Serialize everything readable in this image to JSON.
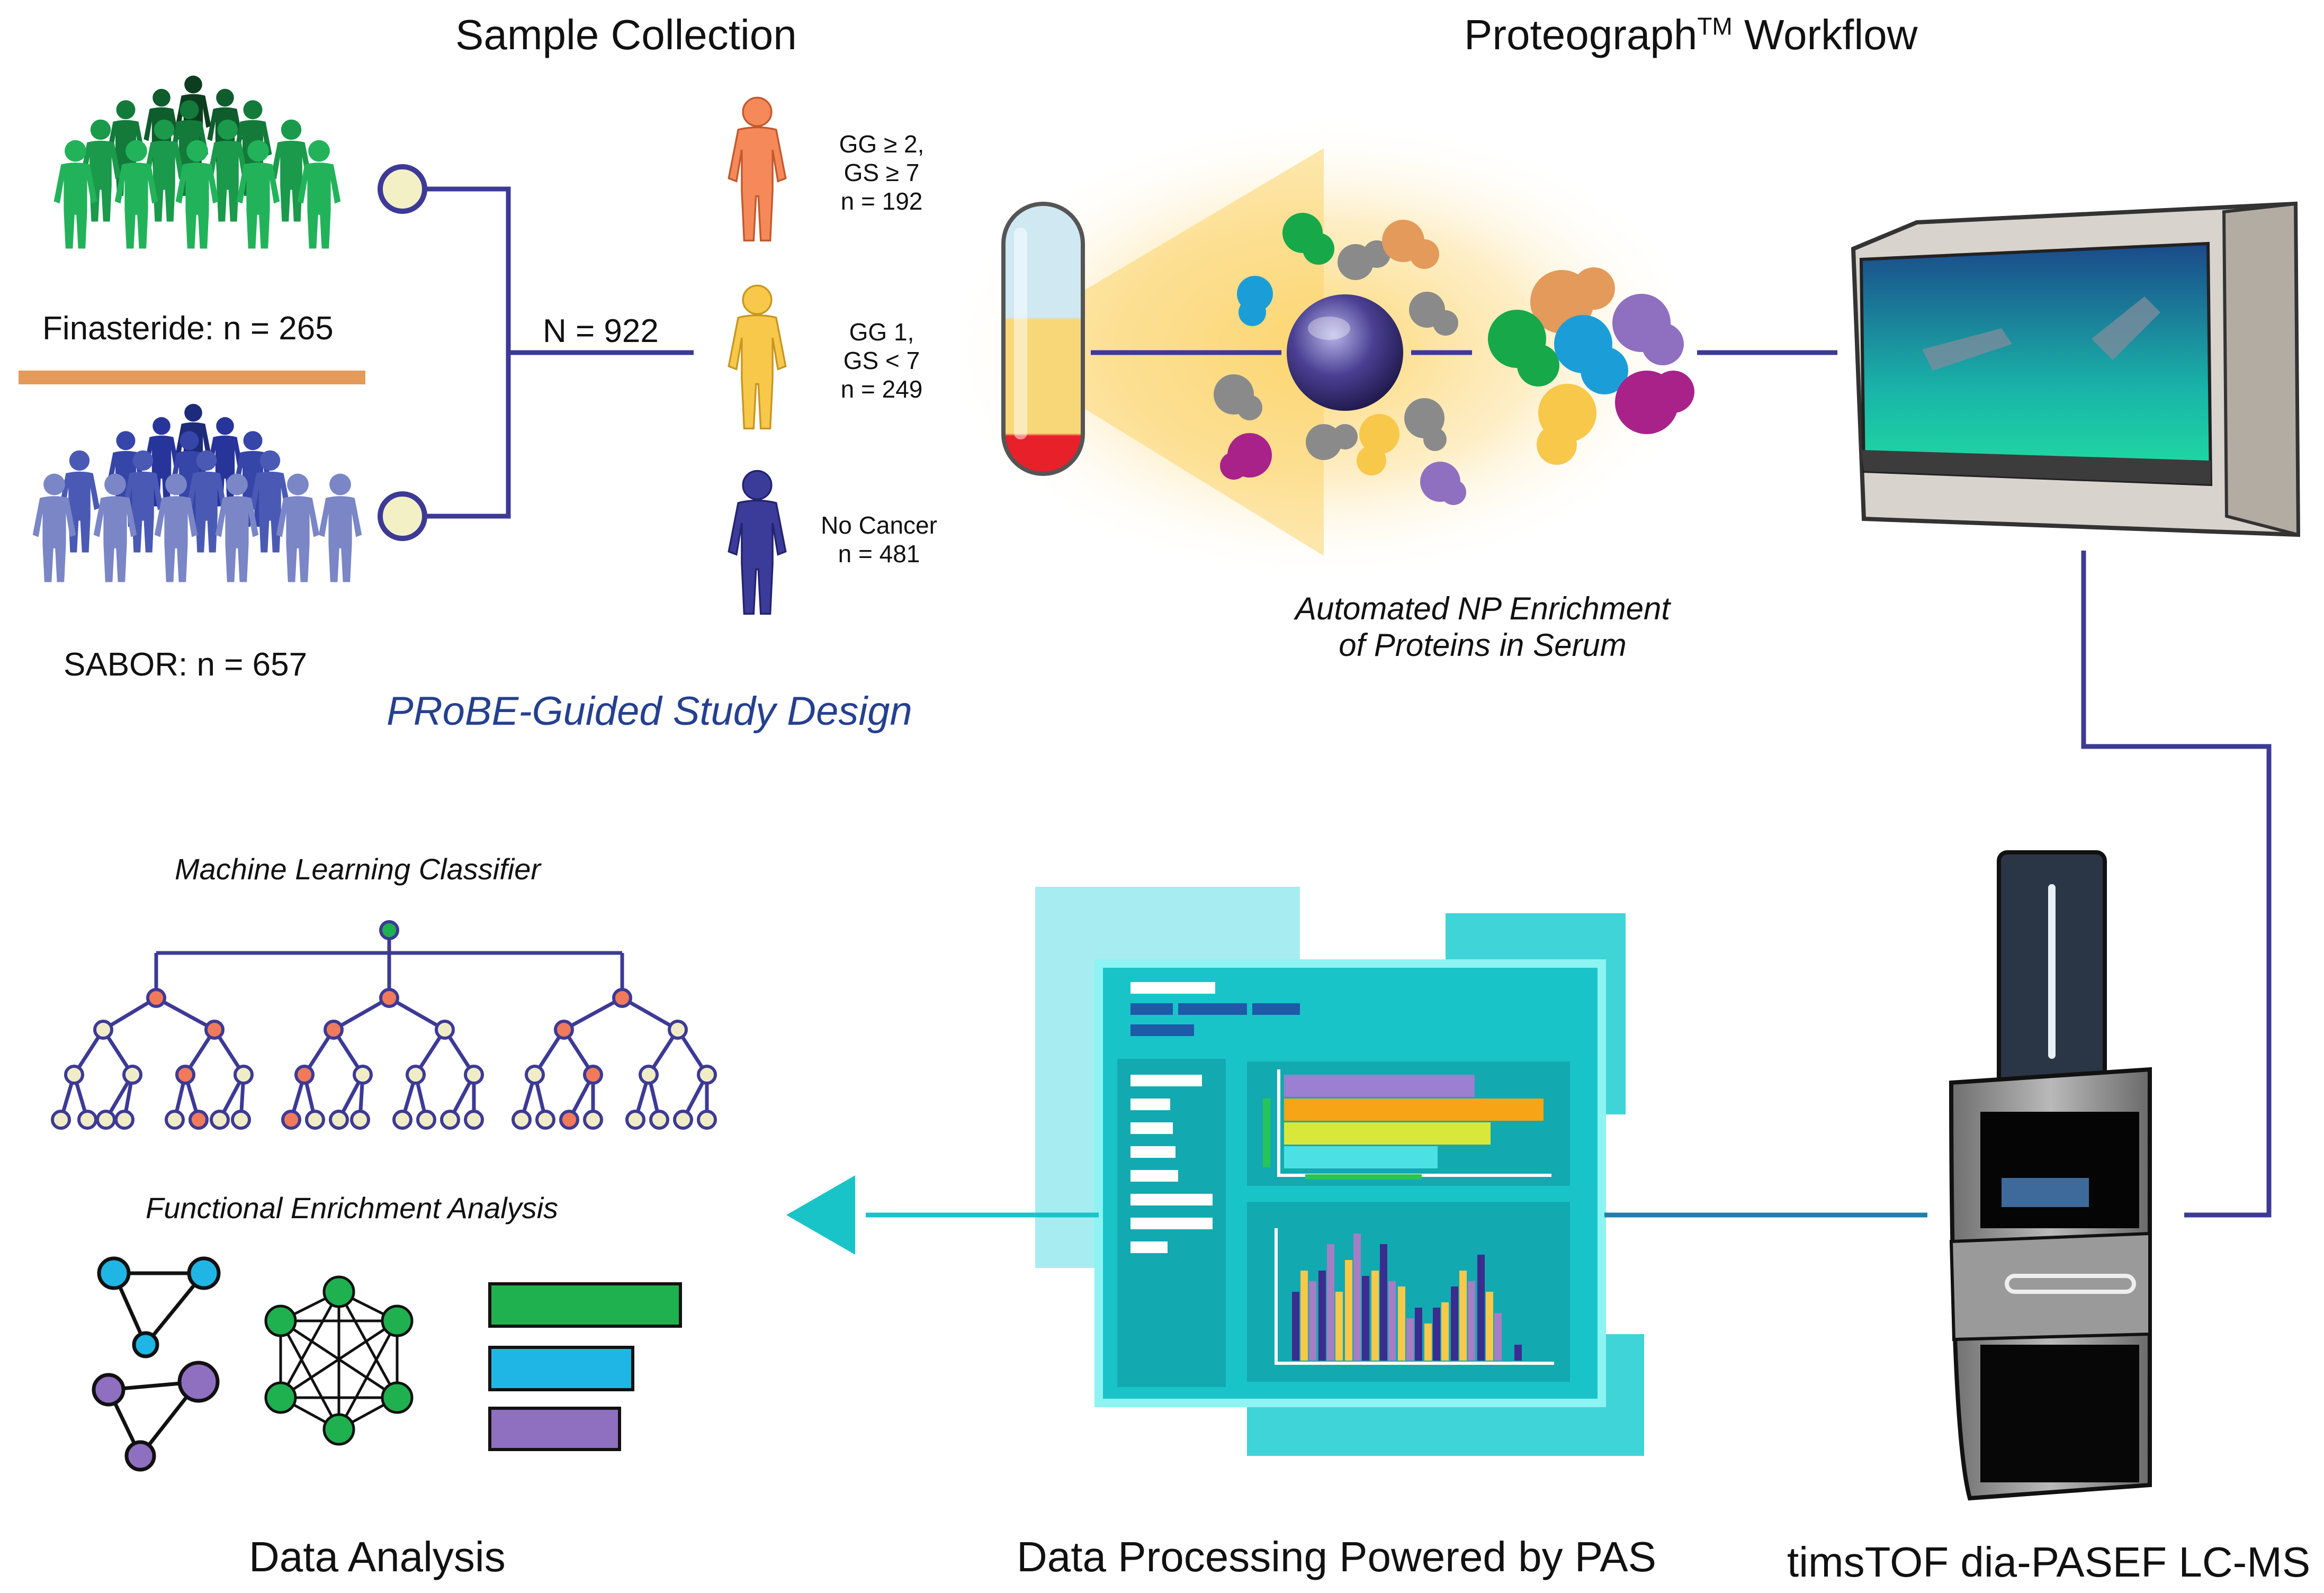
{
  "sections": {
    "sample_collection": "Sample Collection",
    "workflow": "Proteograph",
    "workflow_tm": "TM",
    "workflow_suffix": "Workflow",
    "data_analysis": "Data Analysis",
    "data_processing": "Data Processing Powered by PAS",
    "lcms": "timsTOF dia-PASEF LC-MS"
  },
  "cohorts": {
    "finasteride": "Finasteride: n = 265",
    "sabor": "SABOR: n = 657",
    "total": "N = 922"
  },
  "groups": [
    {
      "line1": "GG ≥ 2,",
      "line2": "GS ≥ 7",
      "line3": "n = 192",
      "color": "#f5895a"
    },
    {
      "line1": "GG 1,",
      "line2": "GS < 7",
      "line3": "n = 249",
      "color": "#f7c84a"
    },
    {
      "line1": "No Cancer",
      "line2": "n = 481",
      "line3": "",
      "color": "#3b3b99"
    }
  ],
  "study_design": "PRoBE-Guided Study Design",
  "enrichment": {
    "line1": "Automated NP Enrichment",
    "line2": "of Proteins in Serum"
  },
  "analysis": {
    "ml": "Machine Learning Classifier",
    "fea": "Functional Enrichment Analysis"
  },
  "colors": {
    "line": "#3d3a96",
    "finasteride_green": "#1fa05a",
    "sabor_blue": "#5a67b8",
    "teal": "#19c4c8",
    "tan": "#e39a5a"
  },
  "icons": [
    "people-group-icon",
    "person-icon",
    "test-tube-icon",
    "nanoparticle-icon",
    "protein-icon",
    "instrument-icon",
    "mass-spec-icon",
    "dashboard-icon",
    "decision-tree-icon",
    "network-icon",
    "bar-chart-icon",
    "arrow-left-icon"
  ]
}
